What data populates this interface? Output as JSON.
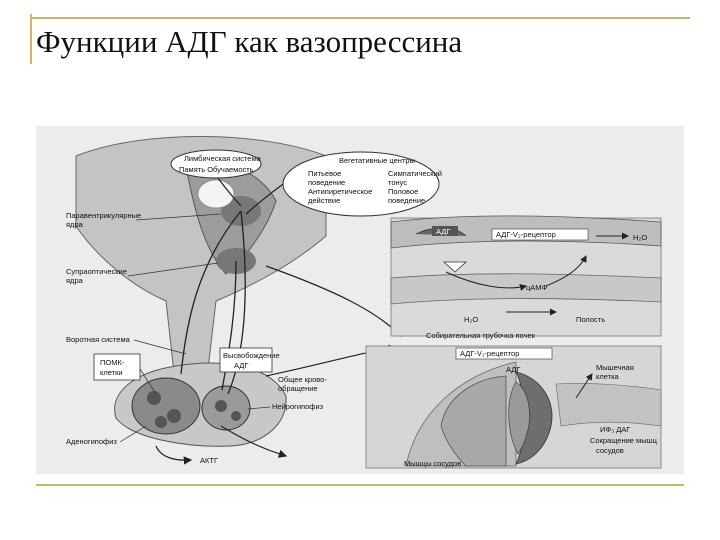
{
  "slide": {
    "title": "Функции АДГ как вазопрессина"
  },
  "labels": {
    "limbic_1": "Лимбическая система",
    "limbic_2": "Память  Обучаемость",
    "veg_title": "Вегетативные центры",
    "veg_l1": "Питьевое",
    "veg_l2": "поведение",
    "veg_l3": "Антипиретическое",
    "veg_l4": "действие",
    "veg_r1": "Симпатический",
    "veg_r2": "тонус",
    "veg_r3": "Половое",
    "veg_r4": "поведение",
    "paraventricular_1": "Паравентрикулярные",
    "paraventricular_2": "ядра",
    "supraoptic_1": "Супраоптические",
    "supraoptic_2": "ядра",
    "portal_system": "Воротная система",
    "pomc_1": "ПОМК-",
    "pomc_2": "клетки",
    "release_1": "Высвобождение",
    "release_2": "АДГ",
    "general_blood_1": "Общее крово-",
    "general_blood_2": "обращение",
    "neurohypophysis": "Нейрогипофиз",
    "adenohypophysis": "Аденогипофиз",
    "acth": "АКТГ",
    "adh_upper": "АДГ",
    "v2_receptor": "АДГ-V₂-рецептор",
    "h2o_right": "H₂O",
    "camp": "цАМФ",
    "h2o_lower": "H₂O",
    "cavity": "Полость",
    "collecting_duct": "Собирательная трубочка почек",
    "v1_receptor": "АДГ-V₁-рецептор",
    "adh_lower": "АДГ",
    "muscle_1": "Мышечная",
    "muscle_2": "клетка",
    "ip3": "ИФ₃ ДАГ",
    "contraction_1": "Сокращение мышц",
    "contraction_2": "сосудов",
    "vessel_muscles": "Мышцы сосудов"
  }
}
